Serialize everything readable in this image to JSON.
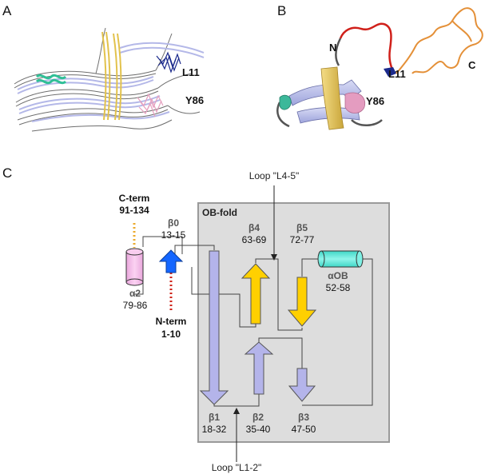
{
  "panels": {
    "a": "A",
    "b": "B",
    "c": "C"
  },
  "panel_a": {
    "label_l11": "L11",
    "label_y86": "Y86"
  },
  "panel_b": {
    "label_n": "N",
    "label_c": "C",
    "label_l11": "L11",
    "label_y86": "Y86"
  },
  "topology": {
    "box_title": "OB-fold",
    "loop_top": "Loop \"L4-5\"",
    "loop_bottom": "Loop \"L1-2\"",
    "cterm": {
      "name": "C-term",
      "range": "91-134"
    },
    "nterm": {
      "name": "N-term",
      "range": "1-10"
    },
    "b0": {
      "name": "β0",
      "range": "13-15"
    },
    "a2": {
      "name": "α2",
      "range": "79-86"
    },
    "b1": {
      "name": "β1",
      "range": "18-32"
    },
    "b2": {
      "name": "β2",
      "range": "35-40"
    },
    "b3": {
      "name": "β3",
      "range": "47-50"
    },
    "b4": {
      "name": "β4",
      "range": "63-69"
    },
    "b5": {
      "name": "β5",
      "range": "72-77"
    },
    "aob": {
      "name": "αOB",
      "range": "52-58"
    }
  },
  "colors": {
    "strand": "#b4b4ea",
    "strand_yellow": "#ffd000",
    "helix_pink": "#f5b6e6",
    "helix_cyan": "#4fe3d4",
    "b0_blue": "#1466ff",
    "nterm_dot": "#d0241b",
    "cterm_dot": "#ebaa2c",
    "box_fill": "#dddddd",
    "box_stroke": "#9a9a9a",
    "coil_red": "#d0201a",
    "coil_orange": "#e49038",
    "loop_navy": "#1b2a8c",
    "sheet_yellow": "#e8c85a",
    "ribbon_lav": "#b9bde8",
    "teal": "#3cb89a",
    "pink_helix": "#e49cc0",
    "gray_coil": "#555555"
  }
}
